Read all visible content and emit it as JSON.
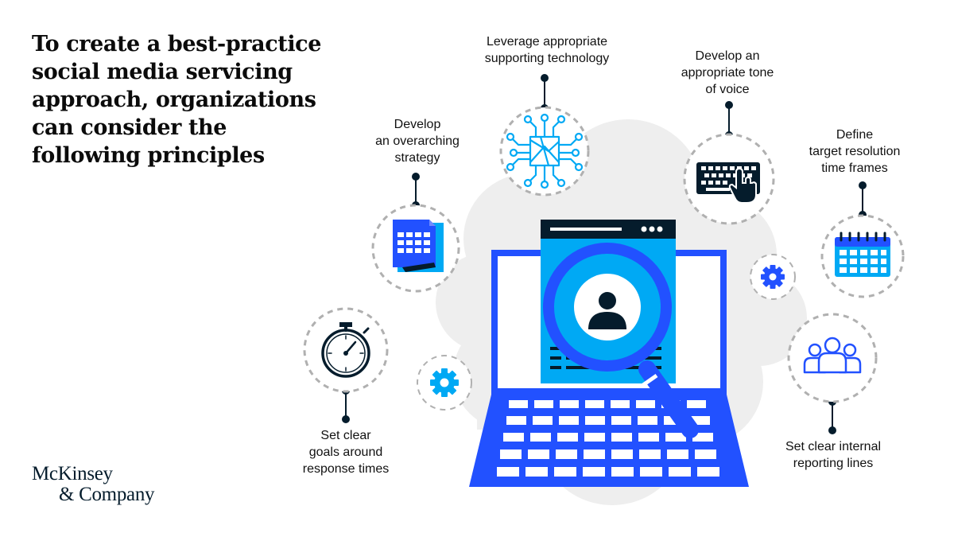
{
  "headline": "To create a best-practice\nsocial media servicing\napproach, organizations\ncan consider the\nfollowing principles",
  "brand": {
    "line1": "McKinsey",
    "line2": "& Company"
  },
  "principles": [
    {
      "label": "Leverage appropriate\nsupporting technology",
      "icon": "circuit-network-icon"
    },
    {
      "label": "Develop an\nappropriate tone\nof voice",
      "icon": "keyboard-typing-icon"
    },
    {
      "label": "Develop\nan overarching\nstrategy",
      "icon": "document-plan-icon"
    },
    {
      "label": "Define\ntarget resolution\ntime frames",
      "icon": "calendar-icon"
    },
    {
      "label": "Set clear\ngoals around\nresponse times",
      "icon": "stopwatch-icon"
    },
    {
      "label": "Set clear internal\nreporting lines",
      "icon": "team-hierarchy-icon"
    }
  ],
  "colors": {
    "blue": "#2251ff",
    "cyan": "#00a9f4",
    "navy": "#051c2c",
    "cloud": "#eeeeee",
    "dash": "#b0b0b0"
  }
}
